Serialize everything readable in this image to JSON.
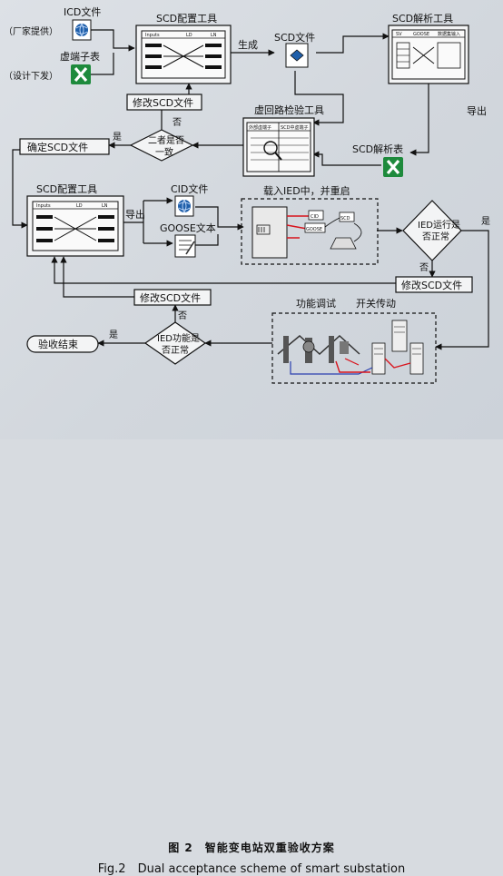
{
  "labels": {
    "icd_file": "ICD文件",
    "vendor_supply": "（厂家提供）",
    "virtual_terminal_table": "虚端子表",
    "design_issue": "（设计下发）",
    "scd_config_tool_top": "SCD配置工具",
    "generate": "生成",
    "scd_file": "SCD文件",
    "scd_parse_tool": "SCD解析工具",
    "export_right": "导出",
    "modify_scd_top": "修改SCD文件",
    "virtual_loop_tool": "虚回路检验工具",
    "no_top": "否",
    "confirm_scd": "确定SCD文件",
    "yes_mid": "是",
    "consistent_q": "二者是否一致",
    "scd_parse_table": "SCD解析表",
    "scd_config_tool_mid": "SCD配置工具",
    "cid_file": "CID文件",
    "export_mid": "导出",
    "goose_text": "GOOSE文本",
    "load_ied": "载入IED中，并重启",
    "ied_normal_q": "IED运行是否正常",
    "yes_right": "是",
    "no_right": "否",
    "modify_scd_right": "修改SCD文件",
    "modify_scd_bottom": "修改SCD文件",
    "no_bottom": "否",
    "function_test": "功能调试",
    "switch_drive": "开关传动",
    "yes_bottom": "是",
    "acceptance_end": "验收结束",
    "ied_func_q": "IED功能是否正常"
  },
  "tool_headers": {
    "top": [
      "Inputs",
      "LD",
      "LN"
    ],
    "mid": [
      "Inputs",
      "LD",
      "LN"
    ],
    "parse": [
      "SV",
      "GOOSE",
      "数据集输入"
    ],
    "loop": [
      "外部虚端子",
      "SCD中虚端子"
    ]
  },
  "ied_panel": {
    "cid": "CID",
    "goose": "GOOSE",
    "scd": "SCD"
  },
  "caption": {
    "zh": "图 2　智能变电站双重验收方案",
    "en": "Fig.2　Dual acceptance scheme of smart substation"
  },
  "colors": {
    "excel_green": "#1e8a3c",
    "globe_blue": "#1f5faa",
    "wire_red": "#d8141d",
    "wire_blue": "#2a3fb0"
  }
}
